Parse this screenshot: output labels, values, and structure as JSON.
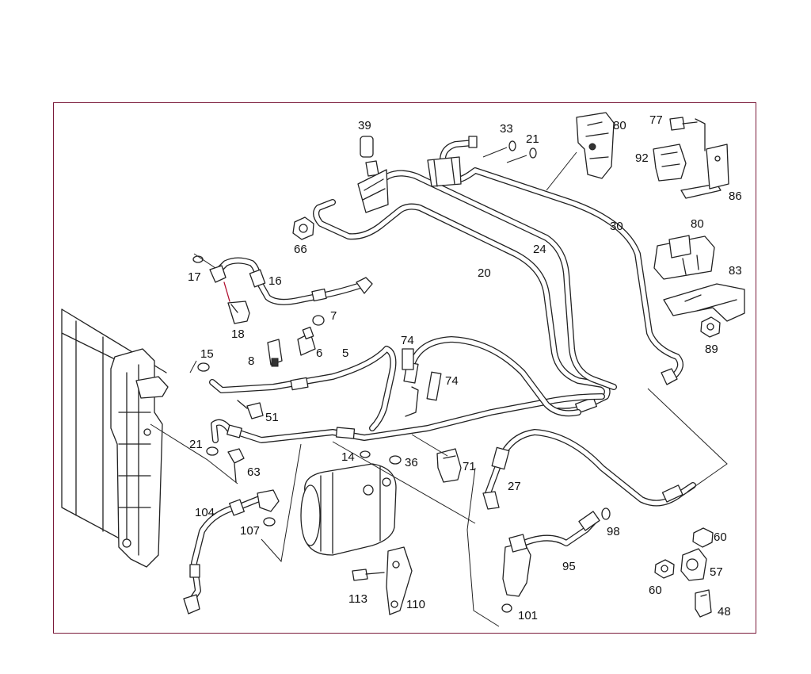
{
  "diagram": {
    "part_numbers": [
      "39",
      "33",
      "21",
      "80",
      "77",
      "92",
      "86",
      "66",
      "24",
      "30",
      "20",
      "80",
      "83",
      "89",
      "17",
      "16",
      "18",
      "7",
      "15",
      "8",
      "6",
      "5",
      "74",
      "74",
      "51",
      "21",
      "63",
      "14",
      "36",
      "71",
      "27",
      "98",
      "60",
      "104",
      "107",
      "95",
      "57",
      "60",
      "113",
      "110",
      "101",
      "48"
    ]
  }
}
